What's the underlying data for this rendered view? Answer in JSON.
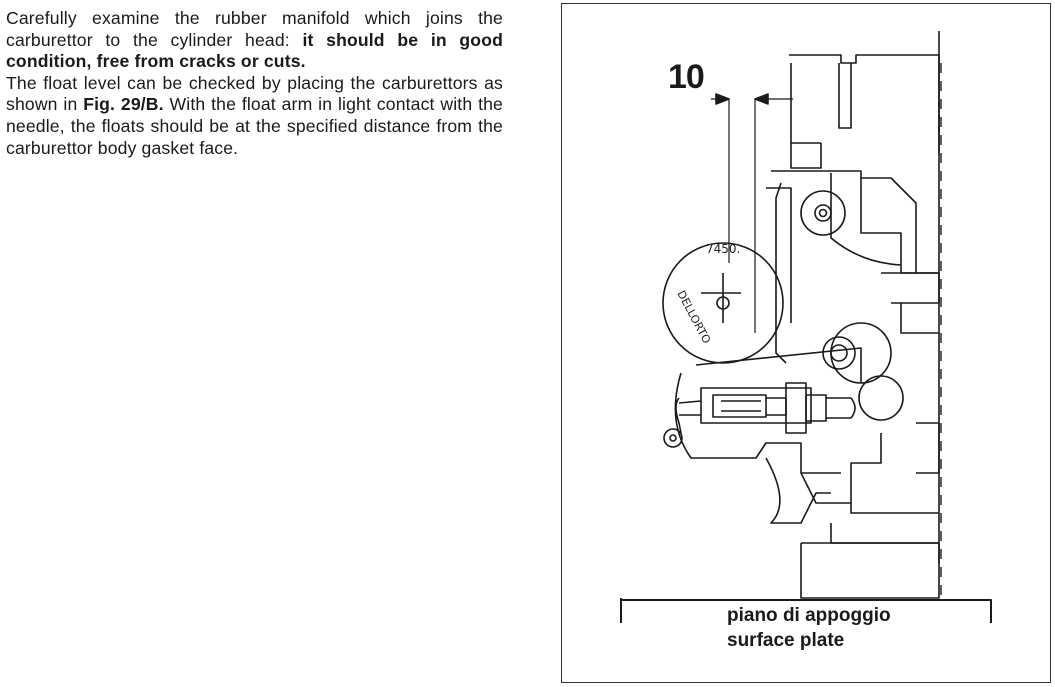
{
  "text": {
    "para1_a": "Carefully examine the rubber manifold which joins the carburettor to the cylinder head: ",
    "para1_b": "it should be in good condition, free from cracks or cuts.",
    "para2_a": "The float level can be checked by placing the carburettors as shown in ",
    "para2_ref": "Fig. 29/B.",
    "para2_b": " With the float arm in light contact with the needle, the floats should be at the specified distance from the carburettor body gasket face."
  },
  "figure": {
    "dimension_label": "10",
    "float_number": "7450.",
    "float_brand": "DELLORTO",
    "plate_label_it": "piano di appoggio",
    "plate_label_en": "surface plate"
  }
}
